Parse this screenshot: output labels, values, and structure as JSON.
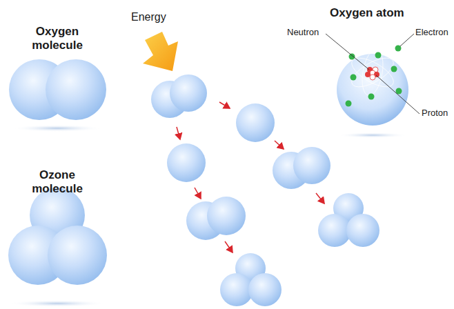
{
  "diagram": {
    "labels": [
      "Oxygen molecule",
      "Energy",
      "Oxygen atom",
      "Neutron",
      "Electron",
      "Ozone molecule",
      "Proton"
    ]
  }
}
